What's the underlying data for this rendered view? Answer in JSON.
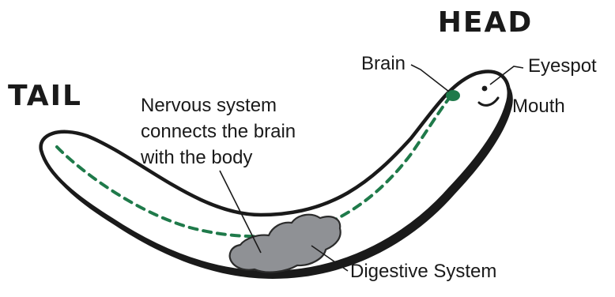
{
  "headings": {
    "head": "HEAD",
    "tail": "TAIL"
  },
  "labels": {
    "brain": "Brain",
    "eyespot": "Eyespot",
    "mouth": "Mouth",
    "nervous_line1": "Nervous system",
    "nervous_line2": "connects the brain",
    "nervous_line3": "with the body",
    "digestive": "Digestive System"
  },
  "colors": {
    "outline": "#1a1a1a",
    "body_fill": "#ffffff",
    "nerve": "#1f7a4a",
    "brain": "#1f7a4a",
    "gut_fill": "#8f9195",
    "gut_stroke": "#2b2b2b"
  }
}
